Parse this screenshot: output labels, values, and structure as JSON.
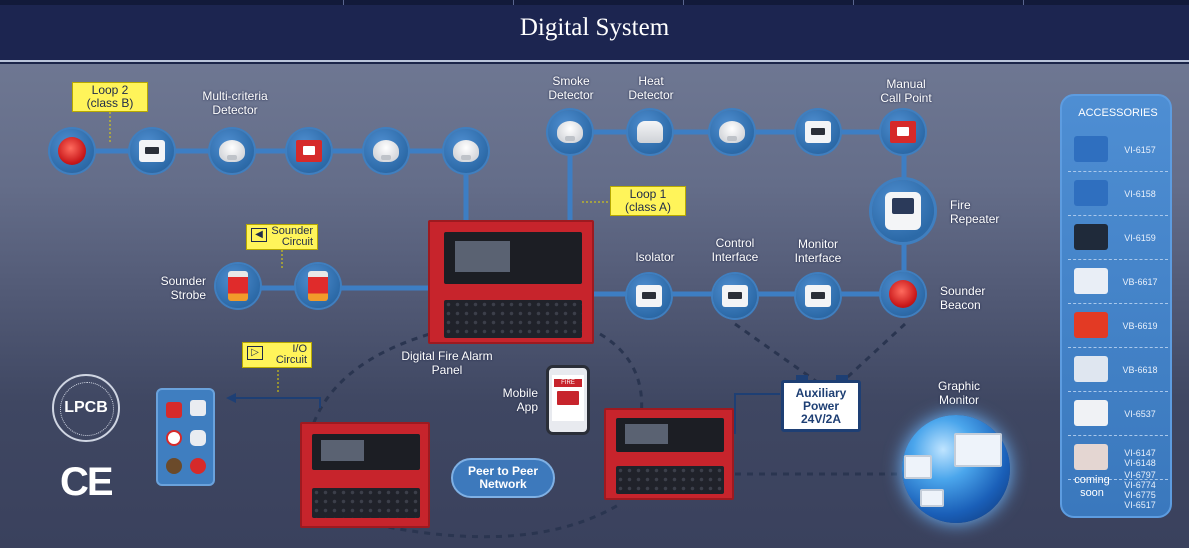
{
  "header": {
    "title": "Digital System"
  },
  "loops": {
    "loop2": [
      "Loop 2",
      "(class B)"
    ],
    "loop1": [
      "Loop 1",
      "(class A)"
    ]
  },
  "labels": {
    "multi_criteria": [
      "Multi-criteria",
      "Detector"
    ],
    "smoke": [
      "Smoke",
      "Detector"
    ],
    "heat": [
      "Heat",
      "Detector"
    ],
    "manual_call_point": [
      "Manual",
      "Call Point"
    ],
    "fire_repeater": [
      "Fire",
      "Repeater"
    ],
    "isolator": "Isolator",
    "control_interface": [
      "Control",
      "Interface"
    ],
    "monitor_interface": [
      "Monitor",
      "Interface"
    ],
    "sounder_beacon": [
      "Sounder",
      "Beacon"
    ],
    "sounder_strobe": [
      "Sounder",
      "Strobe"
    ],
    "panel": [
      "Digital Fire Alarm",
      "Panel"
    ],
    "mobile_app": [
      "Mobile",
      "App"
    ],
    "graphic_monitor": [
      "Graphic",
      "Monitor"
    ]
  },
  "circuits": {
    "sounder": [
      "Sounder",
      "Circuit"
    ],
    "io": [
      "I/O",
      "Circuit"
    ]
  },
  "aux_power": [
    "Auxiliary",
    "Power",
    "24V/2A"
  ],
  "peer": [
    "Peer to Peer",
    "Network"
  ],
  "phone_fire": "FIRE",
  "logos": {
    "lpcb": "LPCB",
    "ce": "CE"
  },
  "accessories": {
    "title": "ACCESSORIES",
    "items": [
      {
        "codes": [
          "VI-6157"
        ],
        "color": "#2f6fbf"
      },
      {
        "codes": [
          "VI-6158"
        ],
        "color": "#2f6fbf"
      },
      {
        "codes": [
          "VI-6159"
        ],
        "color": "#1f2a3a"
      },
      {
        "codes": [
          "VB-6617"
        ],
        "color": "#e9eef6"
      },
      {
        "codes": [
          "VB-6619"
        ],
        "color": "#e33a24"
      },
      {
        "codes": [
          "VB-6618"
        ],
        "color": "#dfe6f0"
      },
      {
        "codes": [
          "VI-6537"
        ],
        "color": "#f0f2f5"
      },
      {
        "codes": [
          "VI-6147",
          "VI-6148"
        ],
        "color": "#e4d6d2"
      }
    ],
    "coming": [
      "coming",
      "soon"
    ],
    "coming_codes": [
      "VI-6797",
      "VI-6774",
      "VI-6775",
      "VI-6517"
    ]
  }
}
